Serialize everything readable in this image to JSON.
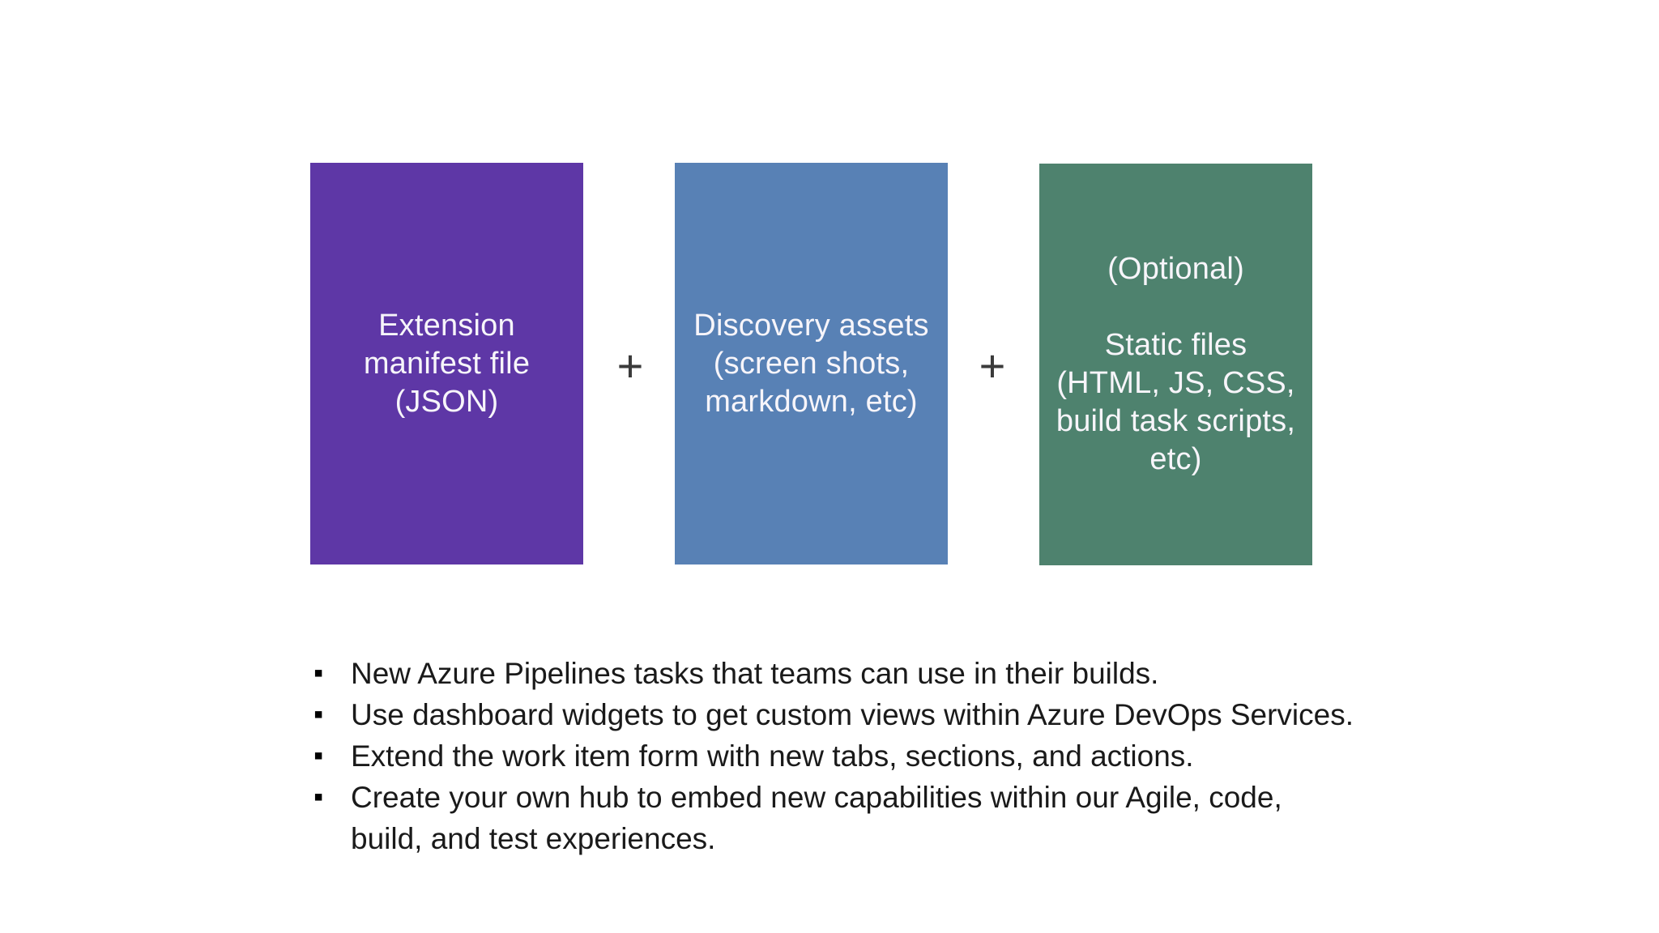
{
  "page": {
    "background_color": "#ffffff",
    "text_color": "#1a1a1a"
  },
  "diagram": {
    "plus_sign": "+",
    "plus_color": "#3b3b3b",
    "box_text_color": "#f7f5fa",
    "boxes": [
      {
        "id": "extension-manifest",
        "text": "Extension\nmanifest file\n(JSON)",
        "color": "#5e37a6"
      },
      {
        "id": "discovery-assets",
        "text": "Discovery assets\n(screen shots,\nmarkdown, etc)",
        "color": "#5881b5"
      },
      {
        "id": "optional-static-files",
        "text": "(Optional)\n\nStatic files\n(HTML, JS, CSS,\nbuild task scripts,\netc)",
        "color": "#4e826e"
      }
    ]
  },
  "bullets": {
    "marker": "▪",
    "items": [
      "New Azure Pipelines tasks that teams can use in their builds.",
      "Use dashboard widgets to get custom views within Azure DevOps Services.",
      "Extend the work item form with new tabs, sections, and actions.",
      "Create your own hub to embed new capabilities within our Agile, code,\nbuild, and test experiences."
    ]
  }
}
